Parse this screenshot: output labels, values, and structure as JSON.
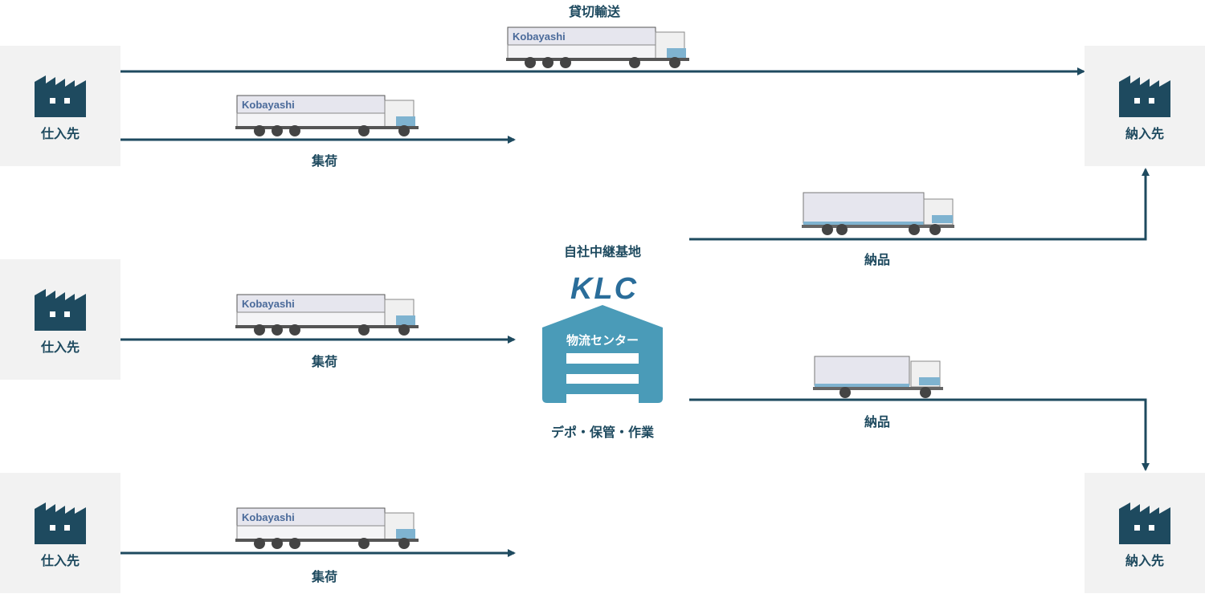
{
  "sources": [
    {
      "label": "仕入先"
    },
    {
      "label": "仕入先"
    },
    {
      "label": "仕入先"
    }
  ],
  "destinations": [
    {
      "label": "納入先"
    },
    {
      "label": "納入先"
    }
  ],
  "routes": {
    "charter_label": "貸切輸送",
    "collect_labels": [
      "集荷",
      "集荷",
      "集荷"
    ],
    "delivery_labels": [
      "納品",
      "納品"
    ]
  },
  "hub": {
    "title": "自社中継基地",
    "logo_text": "KLC",
    "warehouse_label": "物流センター",
    "caption": "デポ・保管・作業"
  },
  "truck_brand": "Kobayashi",
  "colors": {
    "primary": "#1e4a5f",
    "accent": "#4a9bb8",
    "node_bg": "#f2f2f2"
  }
}
